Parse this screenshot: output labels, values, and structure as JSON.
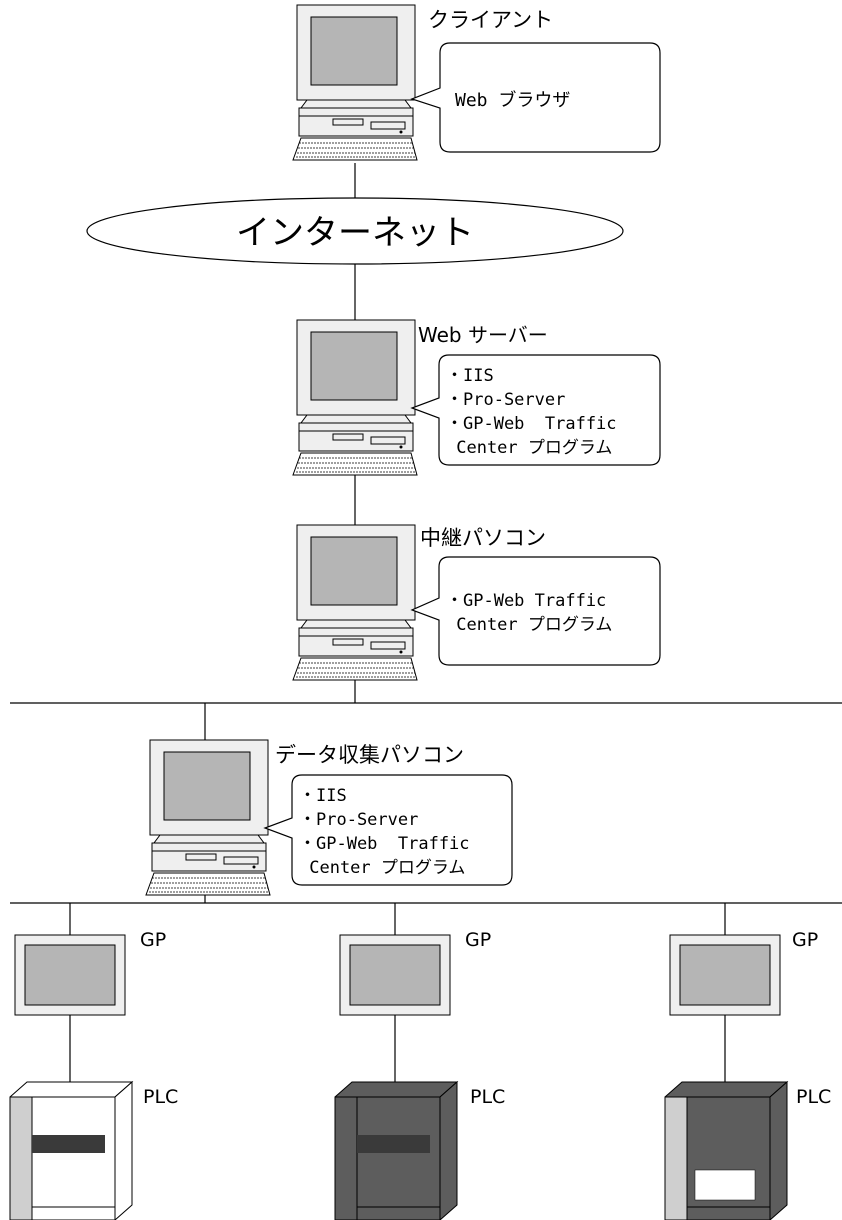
{
  "nodes": {
    "client": {
      "title": "クライアント",
      "items": [
        "Web ブラウザ"
      ]
    },
    "internet": {
      "label": "インターネット"
    },
    "web_server": {
      "title": "Web サーバー",
      "items": [
        "・IIS",
        "・Pro-Server",
        "・GP-Web  Traffic",
        " Center プログラム"
      ]
    },
    "relay_pc": {
      "title": "中継パソコン",
      "items": [
        "・GP-Web Traffic",
        " Center プログラム"
      ]
    },
    "collector_pc": {
      "title": "データ収集パソコン",
      "items": [
        "・IIS",
        "・Pro-Server",
        "・GP-Web  Traffic",
        " Center プログラム"
      ]
    }
  },
  "devices": [
    {
      "gp_label": "GP",
      "plc_label": "PLC",
      "plc_style": "light"
    },
    {
      "gp_label": "GP",
      "plc_label": "PLC",
      "plc_style": "dark"
    },
    {
      "gp_label": "GP",
      "plc_label": "PLC",
      "plc_style": "dark-window"
    }
  ],
  "colors": {
    "line": "#000000",
    "monitor_body": "#efefef",
    "screen": "#b5b5b5",
    "plc_dark": "#5d5d5d",
    "plc_side": "#cfcfcf",
    "plc_band": "#3a3a3a"
  }
}
